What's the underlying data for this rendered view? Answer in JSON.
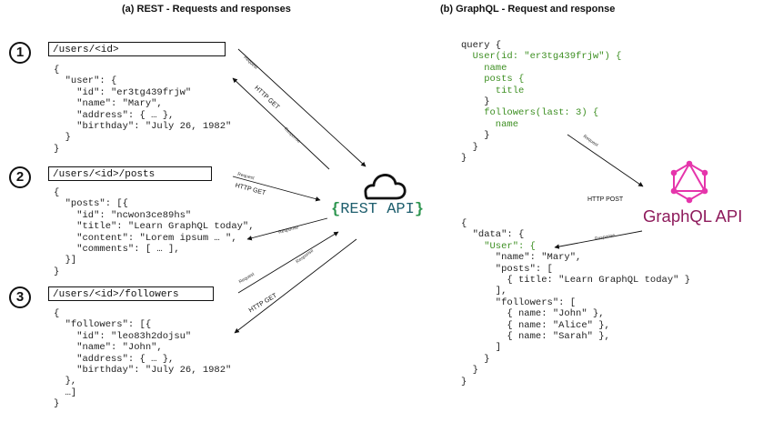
{
  "rest": {
    "title": "(a) REST - Requests and responses",
    "api_label": "REST API",
    "steps": [
      {
        "number": "1",
        "url": "/users/<id>",
        "response": "{\n  \"user\": {\n    \"id\": \"er3tg439frjw\"\n    \"name\": \"Mary\",\n    \"address\": { … },\n    \"birthday\": \"July 26, 1982\"\n  }\n}"
      },
      {
        "number": "2",
        "url": "/users/<id>/posts",
        "response": "{\n  \"posts\": [{\n    \"id\": \"ncwon3ce89hs\"\n    \"title\": \"Learn GraphQL today\",\n    \"content\": \"Lorem ipsum … \",\n    \"comments\": [ … ],\n  }]\n}"
      },
      {
        "number": "3",
        "url": "/users/<id>/followers",
        "response": "{\n  \"followers\": [{\n    \"id\": \"leo83h2dojsu\"\n    \"name\": \"John\",\n    \"address\": { … },\n    \"birthday\": \"July 26, 1982\"\n  },\n  …]\n}"
      }
    ],
    "http_label": "HTTP GET",
    "request_label": "Request",
    "response_label": "Response"
  },
  "graphql": {
    "title": "(b) GraphQL - Request and response",
    "api_label": "GraphQL API",
    "http_label": "HTTP POST",
    "request_label": "Request",
    "response_label": "Response",
    "query_lines": [
      {
        "text": "query {",
        "green": false
      },
      {
        "text": "  User(id: \"er3tg439frjw\") {",
        "green": true
      },
      {
        "text": "    name",
        "green": true
      },
      {
        "text": "    posts {",
        "green": true
      },
      {
        "text": "      title",
        "green": true
      },
      {
        "text": "    }",
        "green": false
      },
      {
        "text": "    followers(last: 3) {",
        "green": true
      },
      {
        "text": "      name",
        "green": true
      },
      {
        "text": "    }",
        "green": false
      },
      {
        "text": "  }",
        "green": false
      },
      {
        "text": "}",
        "green": false
      }
    ],
    "response_lines": [
      {
        "text": "{",
        "green": false
      },
      {
        "text": "  \"data\": {",
        "green": false
      },
      {
        "text": "    \"User\": {",
        "green": true
      },
      {
        "text": "      \"name\": \"Mary\",",
        "green": false
      },
      {
        "text": "      \"posts\": [",
        "green": false
      },
      {
        "text": "        { title: \"Learn GraphQL today\" }",
        "green": false
      },
      {
        "text": "      ],",
        "green": false
      },
      {
        "text": "      \"followers\": [",
        "green": false
      },
      {
        "text": "        { name: \"John\" },",
        "green": false
      },
      {
        "text": "        { name: \"Alice\" },",
        "green": false
      },
      {
        "text": "        { name: \"Sarah\" },",
        "green": false
      },
      {
        "text": "      ]",
        "green": false
      },
      {
        "text": "    }",
        "green": false
      },
      {
        "text": "  }",
        "green": false
      },
      {
        "text": "}",
        "green": false
      }
    ]
  },
  "colors": {
    "code_key": "#3d8f22",
    "rest_api_text": "#1f5f6e",
    "rest_api_brace": "#2e9650",
    "graphql_brand": "#e535ab",
    "graphql_text": "#8e1b5c"
  },
  "icons": {
    "cloud": "cloud-icon",
    "graphql_logo": "graphql-logo-icon"
  }
}
